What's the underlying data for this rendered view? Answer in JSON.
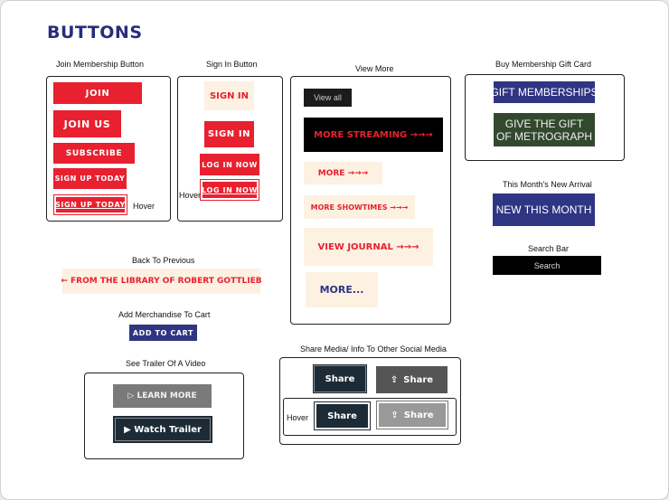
{
  "page_title": "BUTTONS",
  "join": {
    "label": "Join Membership Button",
    "buttons": [
      "JOIN",
      "JOIN US",
      "SUBSCRIBE",
      "SIGN UP TODAY",
      "SIGN UP TODAY"
    ],
    "hover_label": "Hover"
  },
  "signin": {
    "label": "Sign In Button",
    "buttons": [
      "SIGN IN",
      "SIGN IN",
      "LOG IN NOW",
      "LOG IN NOW"
    ],
    "hover_label": "Hover"
  },
  "viewmore": {
    "label": "View More",
    "buttons": [
      "View all",
      "MORE STREAMING →→→",
      "MORE →→→",
      "MORE SHOWTIMES →→→",
      "VIEW JOURNAL →→→",
      "MORE..."
    ]
  },
  "giftcard": {
    "label": "Buy Membership Gift Card",
    "btn1": "GIFT MEMBERSHIPS",
    "btn2_line1": "GIVE THE GIFT",
    "btn2_line2": "OF METROGRAPH"
  },
  "newarrival": {
    "label": "This Month's New Arrival",
    "button": "NEW THIS MONTH"
  },
  "search": {
    "label": "Search Bar",
    "button": "Search"
  },
  "back": {
    "label": "Back To Previous",
    "button": "← FROM THE LIBRARY OF ROBERT GOTTLIEB"
  },
  "cart": {
    "label": "Add Merchandise To Cart",
    "button": "ADD TO CART"
  },
  "trailer": {
    "label": "See Trailer Of A Video",
    "btn1": "▷ LEARN MORE",
    "btn2": "▶ Watch Trailer"
  },
  "share": {
    "label": "Share Media/ Info To Other Social Media",
    "btn": "Share",
    "hover_label": "Hover"
  },
  "colors": {
    "red": "#e8202f",
    "navy": "#2f3583",
    "cream": "#fdf1e2",
    "green": "#33492e",
    "dark": "#1d2b36"
  }
}
